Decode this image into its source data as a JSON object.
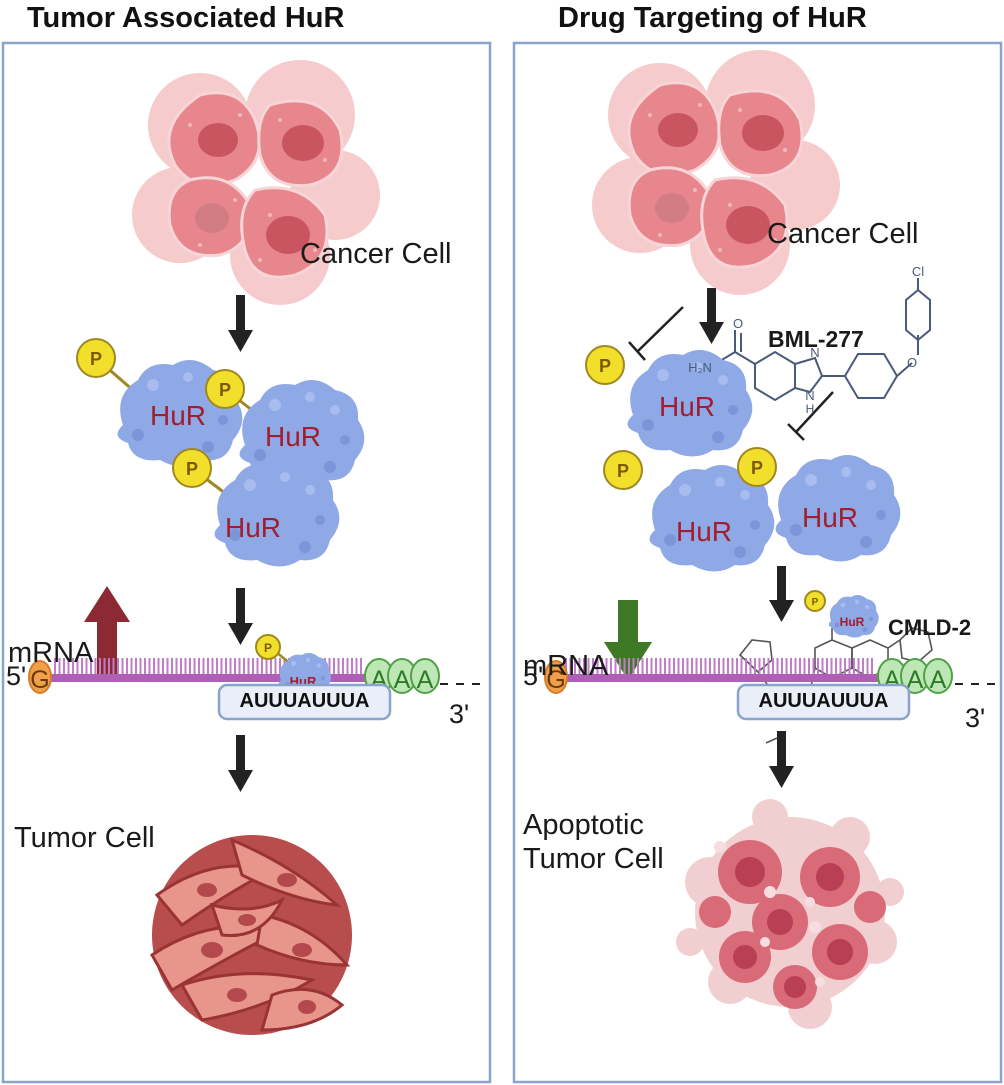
{
  "panels": {
    "left": {
      "title": "Tumor Associated HuR",
      "cancer_cell_label": "Cancer Cell",
      "protein_label": "HuR",
      "phospho_label": "P",
      "mrna_label": "mRNA",
      "five_prime": "5'",
      "cap_letter": "G",
      "polya_letters": [
        "A",
        "A",
        "A"
      ],
      "three_prime": "3'",
      "motif": "AUUUAUUUA",
      "outcome_label": "Tumor Cell"
    },
    "right": {
      "title": "Drug Targeting of HuR",
      "cancer_cell_label": "Cancer Cell",
      "drug1_label": "BML-277",
      "drug2_label": "CMLD-2",
      "protein_label": "HuR",
      "phospho_label": "P",
      "mrna_label": "mRNA",
      "five_prime": "5'",
      "cap_letter": "G",
      "polya_letters": [
        "A",
        "A",
        "A"
      ],
      "three_prime": "3'",
      "motif": "AUUUAUUUA",
      "outcome_label": "Apoptotic\nTumor Cell",
      "chem_labels": {
        "h2n": "H₂N",
        "n": "N",
        "nh": "N",
        "h": "H",
        "o": "O",
        "cl": "Cl"
      }
    }
  },
  "colors": {
    "frame": "#8aa3cc",
    "arrow": "#222222",
    "up_arrow": "#8b2a32",
    "down_arrow": "#3e7a26",
    "hur_fill": "#8fa8e6",
    "phospho_fill": "#f2df2c",
    "rna_backbone": "#b05fb7",
    "cap": "#f0a04a",
    "polya": "#bde8b5",
    "cell_pink": "#e8868d",
    "tumor_red": "#b84d4d"
  }
}
